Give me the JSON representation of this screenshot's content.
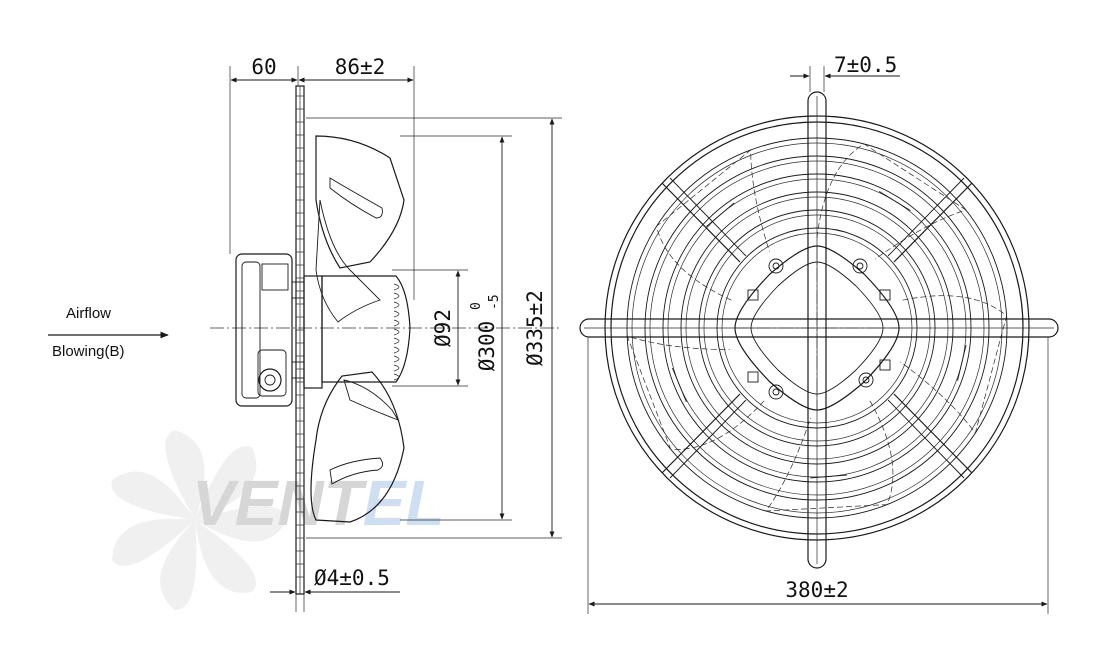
{
  "labels": {
    "airflow": "Airflow",
    "blowing": "Blowing(B)"
  },
  "watermark": {
    "text_main": "VENT",
    "text_accent": "EL",
    "color_main": "#d8d8d8",
    "color_accent": "#cfe0ee"
  },
  "side_view": {
    "dim_width_motor": "60",
    "dim_depth": "86±2",
    "dim_hub_diameter": "Ø92",
    "dim_blade_diameter": "Ø300",
    "dim_blade_tol_upper": "0",
    "dim_blade_tol_lower": "-5",
    "dim_outer_diameter": "Ø335±2",
    "dim_wire": "Ø4±0.5"
  },
  "front_view": {
    "dim_rib_width": "7±0.5",
    "dim_overall_width": "380±2"
  },
  "colors": {
    "line": "#1a1a1a",
    "background": "#ffffff"
  }
}
